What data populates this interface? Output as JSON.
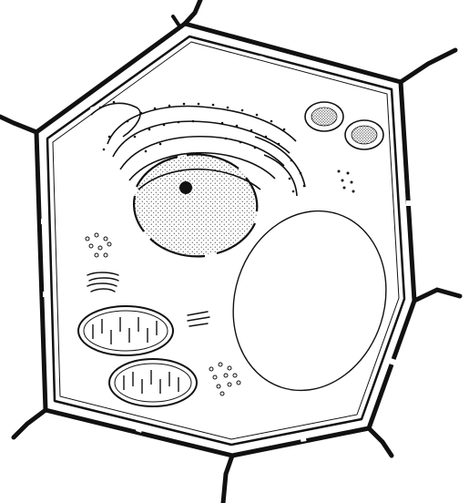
{
  "diagram": {
    "kind": "plant-cell",
    "labels": [],
    "colors": {
      "ink": "#111111",
      "paper": "#ffffff"
    },
    "parts": [
      "cell-wall",
      "plasma-membrane",
      "nucleus",
      "nucleolus",
      "nuclear-envelope",
      "rough-endoplasmic-reticulum",
      "vacuole",
      "chloroplast",
      "mitochondrion",
      "golgi-apparatus",
      "ribosomes"
    ]
  }
}
